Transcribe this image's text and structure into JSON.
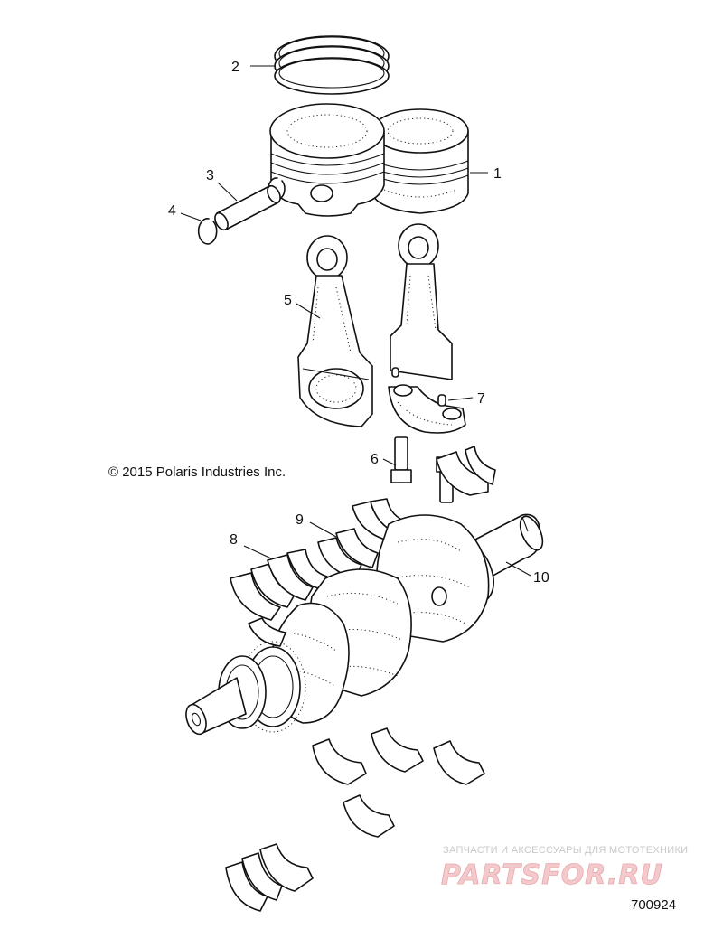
{
  "diagram": {
    "copyright": "© 2015 Polaris Industries Inc.",
    "diagram_id": "700924",
    "callouts": [
      {
        "id": "1",
        "label": "1"
      },
      {
        "id": "2",
        "label": "2"
      },
      {
        "id": "3",
        "label": "3"
      },
      {
        "id": "4",
        "label": "4"
      },
      {
        "id": "5",
        "label": "5"
      },
      {
        "id": "6",
        "label": "6"
      },
      {
        "id": "7",
        "label": "7"
      },
      {
        "id": "8",
        "label": "8"
      },
      {
        "id": "9",
        "label": "9"
      },
      {
        "id": "10",
        "label": "10"
      }
    ]
  },
  "watermark": {
    "tagline": "ЗАПЧАСТИ И АКСЕССУАРЫ ДЛЯ МОТОТЕХНИКИ",
    "brand": "PARTSFOR.RU",
    "colors": {
      "brand": "#f3c9cc",
      "outline": "#e7a9ae",
      "tagline": "#c9c9c9"
    }
  }
}
